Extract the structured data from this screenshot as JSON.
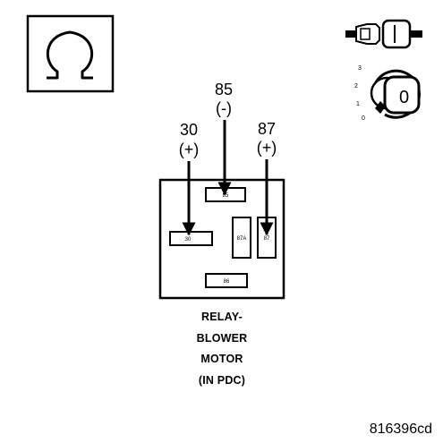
{
  "ohmmeter": {
    "symbol": "Ω"
  },
  "ignition": {
    "key_label": "0",
    "positions": [
      "3",
      "2",
      "1",
      "0"
    ]
  },
  "pins": [
    {
      "number": "30",
      "sign": "(+)"
    },
    {
      "number": "85",
      "sign": "(-)"
    },
    {
      "number": "87",
      "sign": "(+)"
    }
  ],
  "relay": {
    "terminals": {
      "t85": "85",
      "t30": "30",
      "t87A": "87A",
      "t87": "87",
      "t86": "86"
    },
    "caption": [
      "RELAY-",
      "BLOWER",
      "MOTOR",
      "(IN PDC)"
    ]
  },
  "figure_id": "816396cd"
}
